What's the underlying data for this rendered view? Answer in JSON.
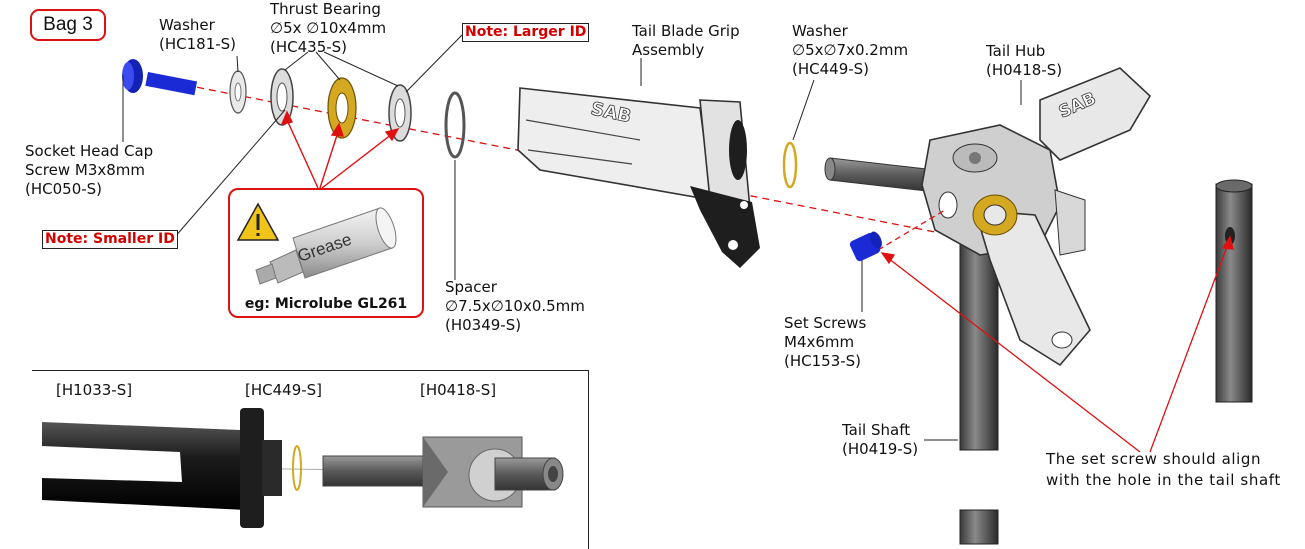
{
  "bag_label": "Bag 3",
  "labels": {
    "washer1": [
      "Washer",
      "(HC181-S)"
    ],
    "thrust": [
      "Thrust Bearing",
      "∅5x ∅10x4mm",
      "(HC435-S)"
    ],
    "socket": [
      "Socket Head Cap",
      "Screw M3x8mm",
      "(HC050-S)"
    ],
    "grip": [
      "Tail Blade Grip",
      "Assembly"
    ],
    "washer2": [
      "Washer",
      "∅5x∅7x0.2mm",
      "(HC449-S)"
    ],
    "hub": [
      "Tail Hub",
      "(H0418-S)"
    ],
    "spacer": [
      "Spacer",
      "∅7.5x∅10x0.5mm",
      "(H0349-S)"
    ],
    "setscrew": [
      "Set Screws",
      "M4x6mm",
      "(HC153-S)"
    ],
    "shaft": [
      "Tail Shaft",
      "(H0419-S)"
    ]
  },
  "notes": {
    "larger": "Note: Larger ID",
    "smaller": "Note: Smaller ID"
  },
  "grease": {
    "tube_text": "Grease",
    "caption": "eg: Microlube GL261"
  },
  "inset_labels": {
    "grip": "[H1033-S]",
    "washer": "[HC449-S]",
    "hub": "[H0418-S]"
  },
  "alignment_note": [
    "The set screw should align",
    "with the hole in the tail shaft"
  ],
  "grip_engraving": "SAB",
  "colors": {
    "note_red": "#d40000",
    "leader_red": "#e01010",
    "screw_blue": "#1a2bd6",
    "bearing_gold": "#d4a820",
    "grip_black": "#1e1e1e"
  }
}
